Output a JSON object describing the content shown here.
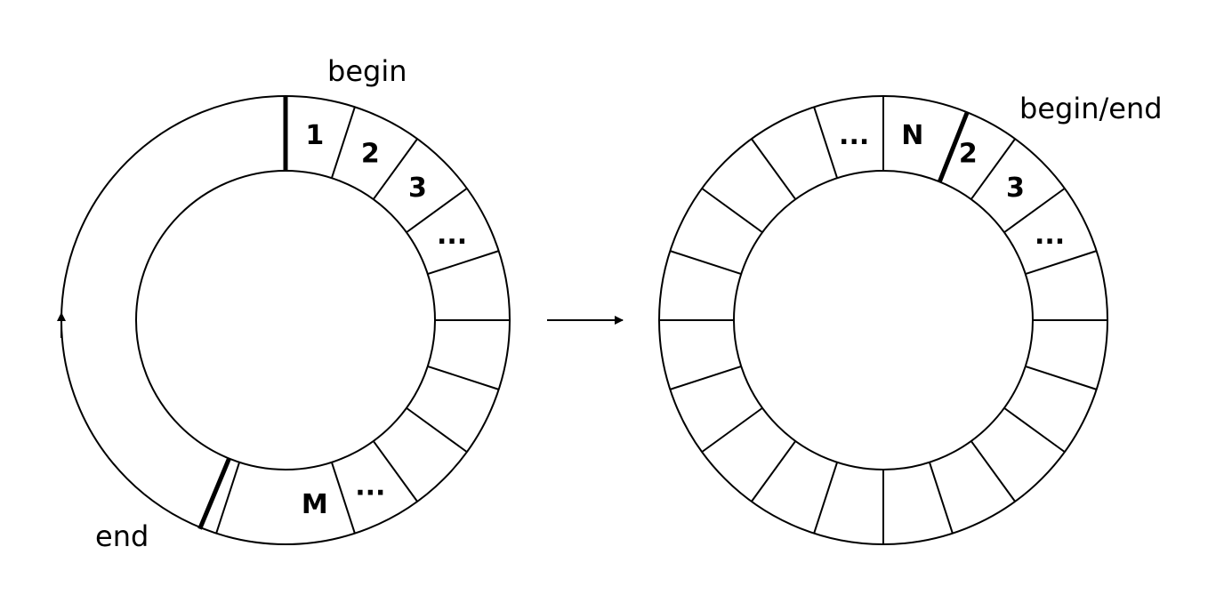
{
  "left_ring": {
    "begin_label": "begin",
    "end_label": "end",
    "slots": [
      "1",
      "2",
      "3",
      "...",
      "",
      "",
      "",
      "",
      "...",
      "M",
      "",
      "",
      "",
      "",
      "",
      "",
      "",
      "",
      "",
      ""
    ]
  },
  "right_ring": {
    "begin_end_label": "begin/end",
    "slots": [
      "N",
      "2",
      "3",
      "...",
      "",
      "",
      "",
      "",
      "",
      "",
      "",
      "",
      "",
      "",
      "",
      "",
      "",
      "",
      "",
      "..."
    ]
  },
  "colors": {
    "stroke": "#000000",
    "background": "#ffffff"
  }
}
